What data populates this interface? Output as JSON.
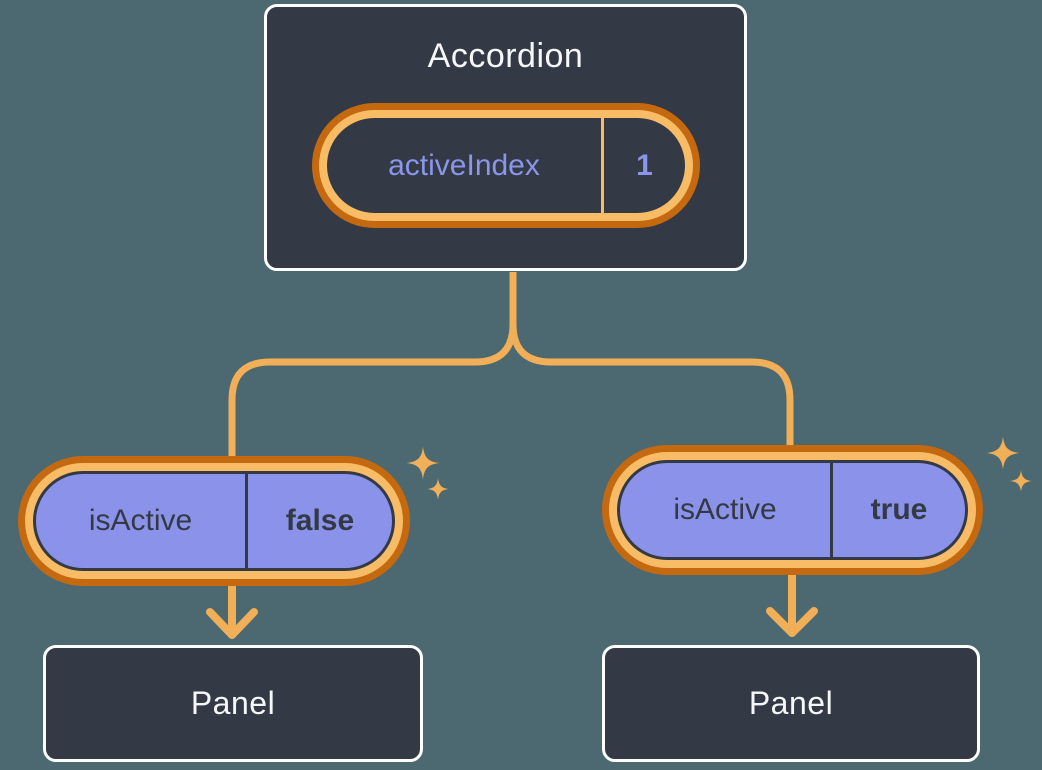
{
  "colors": {
    "background": "#4C6870",
    "card_fill": "#333A45",
    "card_border": "#FFFFFF",
    "purple_fill": "#8A92E9",
    "purple_text": "#8B95EA",
    "dark_text": "#333A45",
    "orange_dark": "#C4690F",
    "orange_light": "#F8BC66",
    "orange_line": "#F1AF58",
    "white_text": "#F6F7F9"
  },
  "accordion": {
    "title": "Accordion",
    "state_pill": {
      "label": "activeIndex",
      "value": "1"
    }
  },
  "children": [
    {
      "prop_pill": {
        "label": "isActive",
        "value": "false"
      },
      "panel_label": "Panel"
    },
    {
      "prop_pill": {
        "label": "isActive",
        "value": "true"
      },
      "panel_label": "Panel"
    }
  ]
}
